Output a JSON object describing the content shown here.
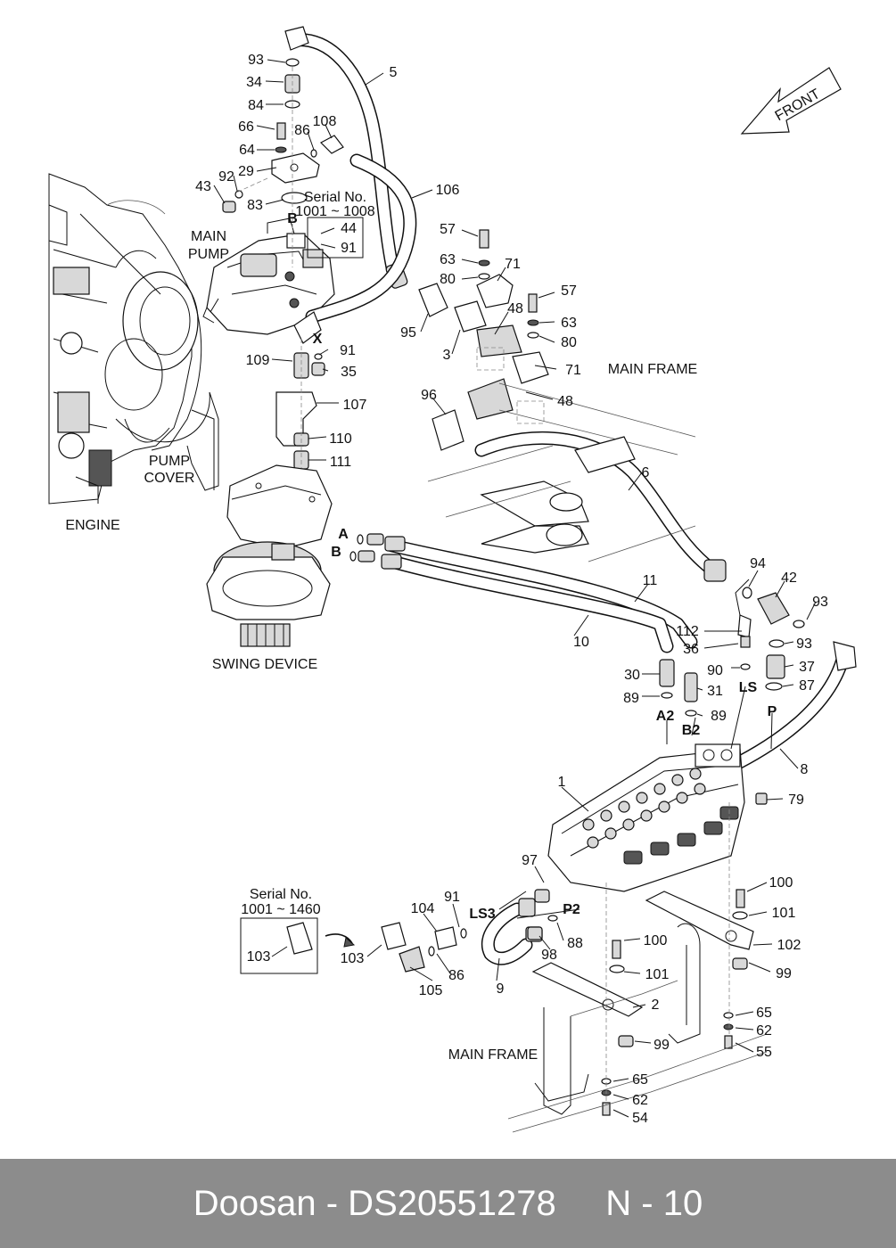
{
  "diagram": {
    "labels": {
      "main_pump": [
        "MAIN",
        "PUMP"
      ],
      "pump_cover": [
        "PUMP",
        "COVER"
      ],
      "engine": "ENGINE",
      "swing_device": "SWING DEVICE",
      "main_frame_top": "MAIN FRAME",
      "main_frame_bottom": "MAIN FRAME",
      "front": "FRONT",
      "serial_1": [
        "Serial No.",
        "1001 ~ 1008"
      ],
      "serial_2": [
        "Serial No.",
        "1001 ~ 1460"
      ]
    },
    "port_labels": {
      "B_top": "B",
      "X": "X",
      "A": "A",
      "B_swing": "B",
      "A2": "A2",
      "B2": "B2",
      "LS": "LS",
      "P": "P",
      "LS3": "LS3",
      "P2": "P2"
    },
    "part_numbers": {
      "p93a": "93",
      "p34": "34",
      "p84": "84",
      "p66": "66",
      "p86a": "86",
      "p108": "108",
      "p64": "64",
      "p29": "29",
      "p92": "92",
      "p43": "43",
      "p83": "83",
      "p5": "5",
      "p106": "106",
      "p44": "44",
      "p91a": "91",
      "p57a": "57",
      "p63a": "63",
      "p80a": "80",
      "p71a": "71",
      "p95": "95",
      "p3": "3",
      "p48a": "48",
      "p57b": "57",
      "p63b": "63",
      "p80b": "80",
      "p71b": "71",
      "p48b": "48",
      "p96": "96",
      "p91b": "91",
      "p109": "109",
      "p35": "35",
      "p107": "107",
      "p110": "110",
      "p111": "111",
      "p6": "6",
      "p94": "94",
      "p42": "42",
      "p93b": "93",
      "p11": "11",
      "p10": "10",
      "p112": "112",
      "p36": "36",
      "p93c": "93",
      "p30": "30",
      "p31": "31",
      "p90": "90",
      "p37": "37",
      "p87": "87",
      "p89a": "89",
      "p89b": "89",
      "p8": "8",
      "p1": "1",
      "p79": "79",
      "p97": "97",
      "p91c": "91",
      "p104": "104",
      "p100a": "100",
      "p101a": "101",
      "p102": "102",
      "p99a": "99",
      "p88": "88",
      "p100b": "100",
      "p101b": "101",
      "p98": "98",
      "p9": "9",
      "p86b": "86",
      "p105": "105",
      "p103a": "103",
      "p103b": "103",
      "p2": "2",
      "p65a": "65",
      "p62a": "62",
      "p55": "55",
      "p99b": "99",
      "p65b": "65",
      "p62b": "62",
      "p54": "54"
    }
  },
  "footer": {
    "text": "Doosan - DS20551278     N - 10"
  }
}
